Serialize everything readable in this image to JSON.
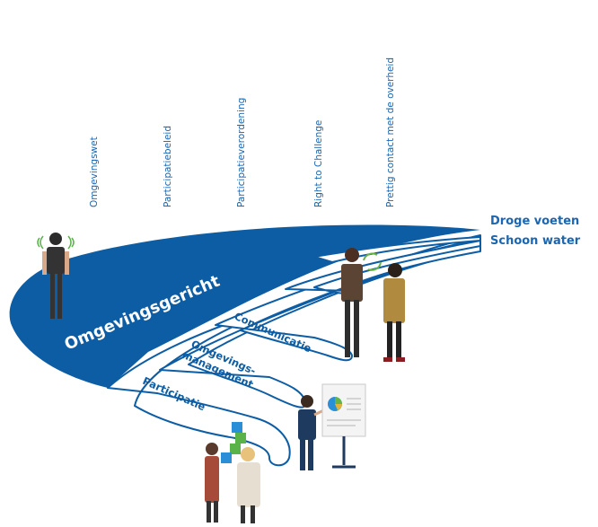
{
  "policy_labels": [
    "Omgevingswet",
    "Participatiebeleid",
    "Participatieverordening",
    "Right to Challenge",
    "Prettig contact met de overheid"
  ],
  "outcomes": [
    "Droge voeten",
    "Schoon water"
  ],
  "band_labels": {
    "main": "Omgevingsgericht",
    "communicatie": "Communicatie",
    "omgevingsmanagement_line1": "Omgevings-",
    "omgevingsmanagement_line2": "management",
    "participatie": "Participatie"
  },
  "colors": {
    "brand_blue": "#0d5da5",
    "text_blue": "#1a66b0",
    "white": "#ffffff",
    "puzzle_green": "#5ab348",
    "puzzle_blue": "#2a8fd6",
    "arrow_green": "#67b446"
  }
}
